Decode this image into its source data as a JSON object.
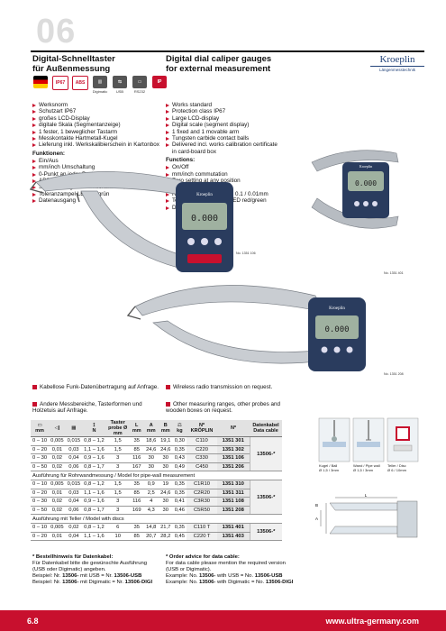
{
  "chapter": "06",
  "title_de": [
    "Digital-Schnelltaster",
    "für Außenmessung"
  ],
  "title_en": [
    "Digital dial caliper gauges",
    "for external measurement"
  ],
  "logo": {
    "brand": "Kroeplin",
    "sub": "Längenmesstechnik"
  },
  "icons": [
    {
      "name": "germany-flag-icon",
      "label": "",
      "color": "#c8102e",
      "text": ""
    },
    {
      "name": "ip67-icon",
      "label": "",
      "color": "#ffffff",
      "text": "IP67"
    },
    {
      "name": "abs-icon",
      "label": "",
      "color": "#c8102e",
      "text": "ABS"
    },
    {
      "name": "digimatic-icon",
      "label": "Digimatic",
      "color": "#555555",
      "text": "▥"
    },
    {
      "name": "usb-icon",
      "label": "USB",
      "color": "#555555",
      "text": "⇆"
    },
    {
      "name": "rs232-icon",
      "label": "RS232",
      "color": "#555555",
      "text": "▭"
    },
    {
      "name": "ip-icon",
      "label": "",
      "color": "#c8102e",
      "text": "IP"
    }
  ],
  "features_de": [
    "Werksnorm",
    "Schutzart IP67",
    "großes LCD-Display",
    "digitale Skala (Segmentanzeige)",
    "1 fester, 1 beweglicher Tastarm",
    "Messkontakte Hartmetall-Kugel",
    "Lieferung inkl. Werkskalibierschein in Kartonbox"
  ],
  "functions_de_head": "Funktionen:",
  "functions_de": [
    "Ein/Aus",
    "mm/inch Umschaltung",
    "0-Punkt an jeder Position",
    "ABS-Funktion",
    "Skalenteilungswert umschaltbar 0,1 / 0,01mm",
    "Toleranzampel LED rot/grün",
    "Datenausgang"
  ],
  "features_en": [
    "Works standard",
    "Protection class IP67",
    "Large LCD-display",
    "Digital scale (segment display)",
    "1 fixed and 1 movable arm",
    "Tungsten carbide contact balls",
    "Delivered incl. works calibration certificate in card-board box"
  ],
  "functions_en_head": "Functions:",
  "functions_en": [
    "On/Off",
    "mm/inch commutation",
    "Zero setting at any position",
    "ABS function",
    "Reversible scale interval 0.1 / 0.01mm",
    "Tolerance signal lights LED red/green",
    "Data output"
  ],
  "photo_captions": [
    "No. 1351 106",
    "No. 1351 401",
    "No. 1351 208"
  ],
  "gauge_brand": "Kroeplin",
  "gauge_display": "0.000",
  "notes": [
    {
      "de": "Kabellose Funk-Datenübertragung auf Anfrage.",
      "en": "Wireless radio transmission on request."
    },
    {
      "de": "Andere Messbereiche, Tasterformen und Holzetuis auf Anfrage.",
      "en": "Other measuring ranges, other probes and wooden boxes on request."
    }
  ],
  "table": {
    "headers": [
      "mm",
      "",
      "",
      "N",
      "Taster probe Ø mm",
      "L mm",
      "A mm",
      "B mm",
      "kg",
      "Nº KRÖPLIN",
      "Nº",
      "Datenkabel Data cable"
    ],
    "sections": [
      {
        "label": "",
        "group": "13506-*",
        "rows": [
          [
            "0 – 10",
            "0,005",
            "0,015",
            "0,8 – 1,2",
            "1,5",
            "35",
            "18,6",
            "19,1",
            "0,30",
            "C110",
            "1351 301"
          ],
          [
            "0 – 20",
            "0,01",
            "0,03",
            "1,1 – 1,6",
            "1,5",
            "85",
            "24,6",
            "24,6",
            "0,35",
            "C220",
            "1351 302"
          ],
          [
            "0 – 30",
            "0,02",
            "0,04",
            "0,9 – 1,6",
            "3",
            "116",
            "30",
            "30",
            "0,43",
            "C330",
            "1351 106"
          ],
          [
            "0 – 50",
            "0,02",
            "0,06",
            "0,8 – 1,7",
            "3",
            "167",
            "30",
            "30",
            "0,49",
            "C450",
            "1351 206"
          ]
        ]
      },
      {
        "label": "Ausführung für Rohrwandmessung / Model for pipe-wall measurement",
        "group": "13506-*",
        "rows": [
          [
            "0 – 10",
            "0,005",
            "0,015",
            "0,8 – 1,2",
            "1,5",
            "35",
            "0,9",
            "19",
            "0,35",
            "C1R10",
            "1351 310"
          ],
          [
            "0 – 20",
            "0,01",
            "0,03",
            "1,1 – 1,6",
            "1,5",
            "85",
            "2,5",
            "24,6",
            "0,35",
            "C2R20",
            "1351 311"
          ],
          [
            "0 – 30",
            "0,02",
            "0,04",
            "0,9 – 1,6",
            "3",
            "116",
            "4",
            "30",
            "0,41",
            "C3R30",
            "1351 108"
          ],
          [
            "0 – 50",
            "0,02",
            "0,06",
            "0,8 – 1,7",
            "3",
            "169",
            "4,3",
            "30",
            "0,46",
            "C5R50",
            "1351 208"
          ]
        ]
      },
      {
        "label": "Ausführung mit Teller / Model with discs",
        "group": "13506-*",
        "rows": [
          [
            "0 – 10",
            "0,005",
            "0,02",
            "0,8 – 1,2",
            "6",
            "35",
            "14,8",
            "21,7",
            "0,35",
            "C110 T",
            "1351 401"
          ],
          [
            "0 – 20",
            "0,01",
            "0,04",
            "1,1 – 1,6",
            "10",
            "85",
            "20,7",
            "28,2",
            "0,45",
            "C220 T",
            "1351 403"
          ]
        ]
      }
    ]
  },
  "probes": [
    {
      "label": "Kugel / Ball",
      "size": "Ø 1,5 / 3mm"
    },
    {
      "label": "Wand / Pipe wall",
      "size": "Ø 1,5 / 3mm"
    },
    {
      "label": "Teller / Disc",
      "size": "Ø 6 / 10mm"
    }
  ],
  "diagram_labels": {
    "L": "L",
    "A": "A",
    "B": "B"
  },
  "order_de": {
    "head": "* Bestellhinweis für Datenkabel:",
    "lines": [
      "Für Datenkabel bitte die gewünschte Ausführung",
      "(USB oder Digimatic) angeben."
    ],
    "ex1_pre": "Beispiel: Nr. ",
    "ex1_b": "13506-",
    "ex1_mid": " mit USB = Nr. ",
    "ex1_b2": "13506-USB",
    "ex2_pre": "Beispiel: Nr. ",
    "ex2_b": "13506-",
    "ex2_mid": " mit Digimatic = Nr. ",
    "ex2_b2": "13506-DIGI"
  },
  "order_en": {
    "head": "* Order advice for data cable:",
    "lines": [
      "For data cable please mention the required version",
      "(USB or Digimatic)."
    ],
    "ex1_pre": "Example: No. ",
    "ex1_b": "13506-",
    "ex1_mid": " with USB = No. ",
    "ex1_b2": "13506-USB",
    "ex2_pre": "Example: No. ",
    "ex2_b": "13506-",
    "ex2_mid": " with Digimatic = No. ",
    "ex2_b2": "13506-DIGI"
  },
  "footer": {
    "page": "6.8",
    "url": "www.ultra-germany.com"
  },
  "colors": {
    "accent": "#c8102e",
    "gauge_blue": "#2a3c5e",
    "table_gray": "#e2e2e2"
  }
}
